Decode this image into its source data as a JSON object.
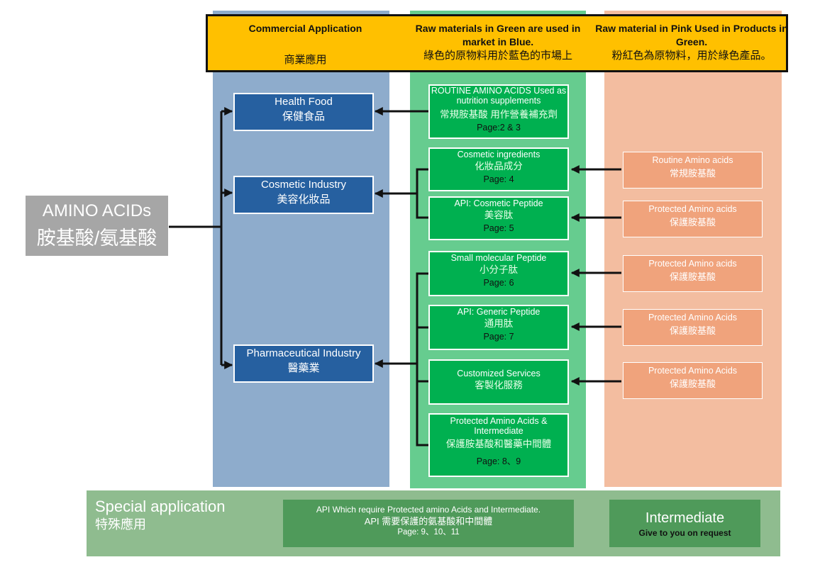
{
  "banner": {
    "commercial_en": "Commercial Application",
    "commercial_zh": "商業應用",
    "raw_green_en": "Raw materials in Green are used in market in Blue.",
    "raw_green_zh": "綠色的原物料用於藍色的市場上",
    "raw_pink_en": "Raw material in Pink Used in Products in Green.",
    "raw_pink_zh": "粉紅色為原物料，用於綠色產品。"
  },
  "amino": {
    "en": "AMINO ACIDs",
    "zh": "胺基酸/氨基酸"
  },
  "markets": [
    {
      "en": "Health Food",
      "zh": "保健食品"
    },
    {
      "en": "Cosmetic Industry",
      "zh": "美容化妝品"
    },
    {
      "en": "Pharmaceutical Industry",
      "zh": "醫藥業"
    }
  ],
  "products": [
    {
      "en": "ROUTINE AMINO ACIDS Used as nutrition supplements",
      "zh": "常規胺基酸 用作營養補充劑",
      "page": "Page:2 & 3"
    },
    {
      "en": "Cosmetic ingredients",
      "zh": "化妝品成分",
      "page": "Page: 4"
    },
    {
      "en": "API: Cosmetic Peptide",
      "zh": "美容肽",
      "page": "Page: 5"
    },
    {
      "en": "Small molecular Peptide",
      "zh": "小分子肽",
      "page": "Page: 6"
    },
    {
      "en": "API: Generic Peptide",
      "zh": "通用肽",
      "page": "Page: 7"
    },
    {
      "en": "Customized Services",
      "zh": "客製化服務",
      "page": ""
    },
    {
      "en": "Protected Amino Acids & Intermediate",
      "zh": "保護胺基酸和醫藥中間體",
      "page": "Page: 8、9"
    }
  ],
  "raw_materials": [
    {
      "en": "Routine Amino acids",
      "zh": "常規胺基酸"
    },
    {
      "en": "Protected Amino acids",
      "zh": "保護胺基酸"
    },
    {
      "en": "Protected Amino acids",
      "zh": "保護胺基酸"
    },
    {
      "en": "Protected Amino Acids",
      "zh": "保護胺基酸"
    },
    {
      "en": "Protected Amino Acids",
      "zh": "保護胺基酸"
    }
  ],
  "special": {
    "title_en": "Special application",
    "title_zh": "特殊應用",
    "api_line1": "API Which require Protected amino Acids and Intermediate.",
    "api_line2": "API 需要保護的氨基酸和中間體",
    "api_pages": "Page: 9、10、11",
    "intermediate_title": "Intermediate",
    "intermediate_sub": "Give to you on request"
  },
  "colors": {
    "market_blue": "#2660a0",
    "product_green": "#00b050",
    "raw_pink": "#f0a37c",
    "banner_yellow": "#ffc000"
  }
}
